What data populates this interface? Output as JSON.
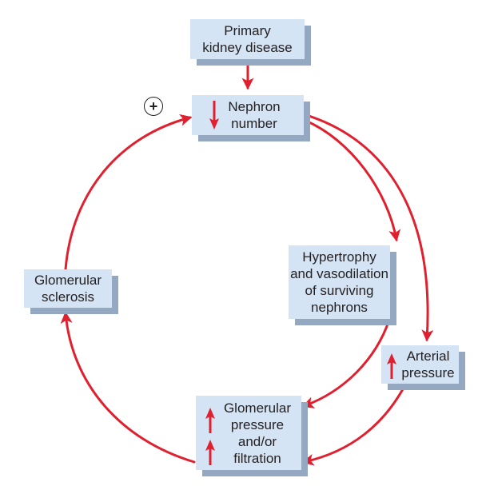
{
  "diagram": {
    "title": "Vicious cycle of nephron loss in chronic kidney disease",
    "colors": {
      "arrow": "#e0202f",
      "box_fill": "#d4e4f4",
      "box_shadow": "#95a8c2",
      "text": "#231f20"
    },
    "feedback_sign": "+",
    "nodes": {
      "primary": {
        "label": "Primary\nkidney disease",
        "indicators": []
      },
      "nephron": {
        "label": "Nephron\nnumber",
        "indicators": [
          "down-arrow"
        ]
      },
      "hypertrophy": {
        "label": "Hypertrophy\nand vasodilation\nof surviving\nnephrons",
        "indicators": []
      },
      "arterial": {
        "label": "Arterial\npressure",
        "indicators": [
          "up-arrow"
        ]
      },
      "glomerular_pressure": {
        "label": "Glomerular\npressure\nand/or\nfiltration",
        "indicators": [
          "up-arrow",
          "up-arrow"
        ]
      },
      "sclerosis": {
        "label": "Glomerular\nsclerosis",
        "indicators": []
      }
    },
    "edges": [
      {
        "from": "primary",
        "to": "nephron"
      },
      {
        "from": "nephron",
        "to": "hypertrophy"
      },
      {
        "from": "nephron",
        "to": "arterial"
      },
      {
        "from": "hypertrophy",
        "to": "glomerular_pressure"
      },
      {
        "from": "arterial",
        "to": "glomerular_pressure"
      },
      {
        "from": "glomerular_pressure",
        "to": "sclerosis"
      },
      {
        "from": "sclerosis",
        "to": "nephron"
      }
    ]
  }
}
